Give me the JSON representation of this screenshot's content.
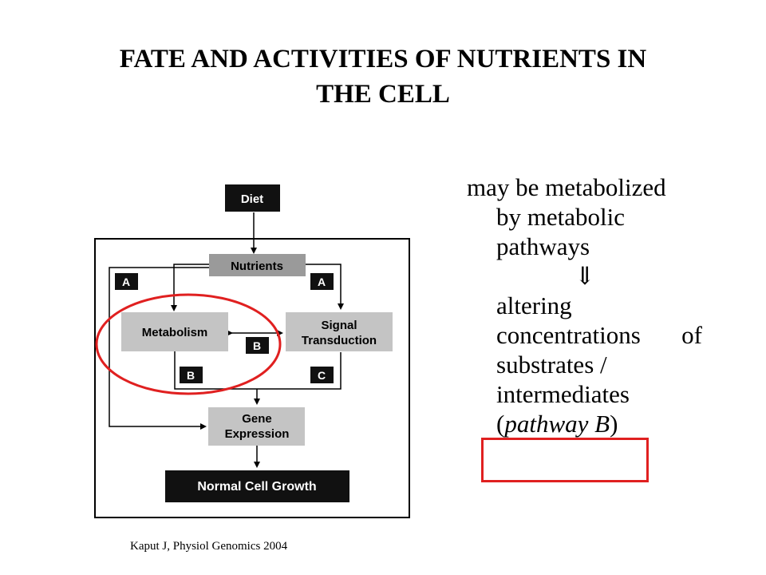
{
  "slide": {
    "title_line1": "FATE AND ACTIVITIES OF NUTRIENTS IN",
    "title_line2": "THE CELL",
    "citation": "Kaput J, Physiol Genomics 2004"
  },
  "body": {
    "line1": "may be metabolized",
    "line2": "by metabolic",
    "line3": "pathways",
    "arrow": "⇓",
    "line4": "altering",
    "line5a": "concentrations",
    "line5b": "of",
    "line6": "substrates /",
    "line7": "intermediates",
    "line8_open": "(",
    "line8_italic": "pathway B",
    "line8_close": ")"
  },
  "diagram": {
    "nodes": {
      "diet": "Diet",
      "nutrients": "Nutrients",
      "metabolism": "Metabolism",
      "signal_line1": "Signal",
      "signal_line2": "Transduction",
      "gene_line1": "Gene",
      "gene_line2": "Expression",
      "growth": "Normal Cell Growth"
    },
    "tags": {
      "a_left": "A",
      "a_right": "A",
      "b_middle": "B",
      "b_bottom": "B",
      "c_bottom": "C"
    }
  },
  "colors": {
    "dark_box": "#111111",
    "grey_box": "#c4c4c4",
    "nutrients_box": "#9a9a9a",
    "highlight": "#e02020"
  }
}
